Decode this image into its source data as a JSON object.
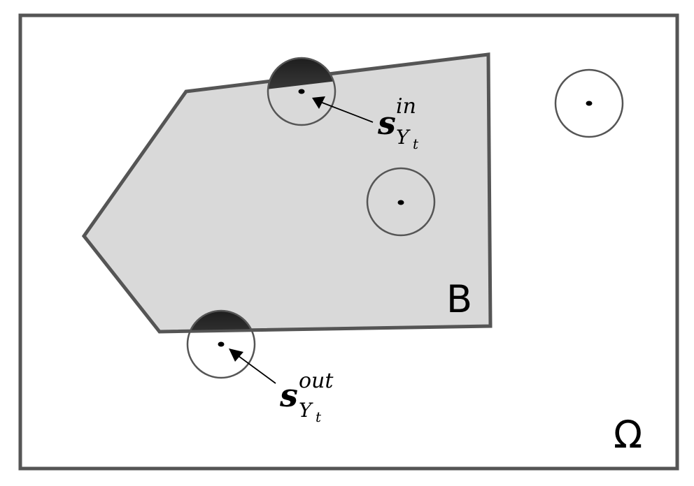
{
  "diagram": {
    "domain_label": "Ω",
    "set_label": "B",
    "point_in": {
      "symbol": "s",
      "superscript": "in",
      "subscript": "Y",
      "sub_subscript": "t"
    },
    "point_out": {
      "symbol": "s",
      "superscript": "out",
      "subscript": "Y",
      "sub_subscript": "t"
    },
    "colors": {
      "border": "#555555",
      "region_fill": "#d9d9d9",
      "cap_fill": "#3a3a3a",
      "circle_stroke": "#555555",
      "dot": "#000000",
      "arrow": "#000000"
    }
  }
}
